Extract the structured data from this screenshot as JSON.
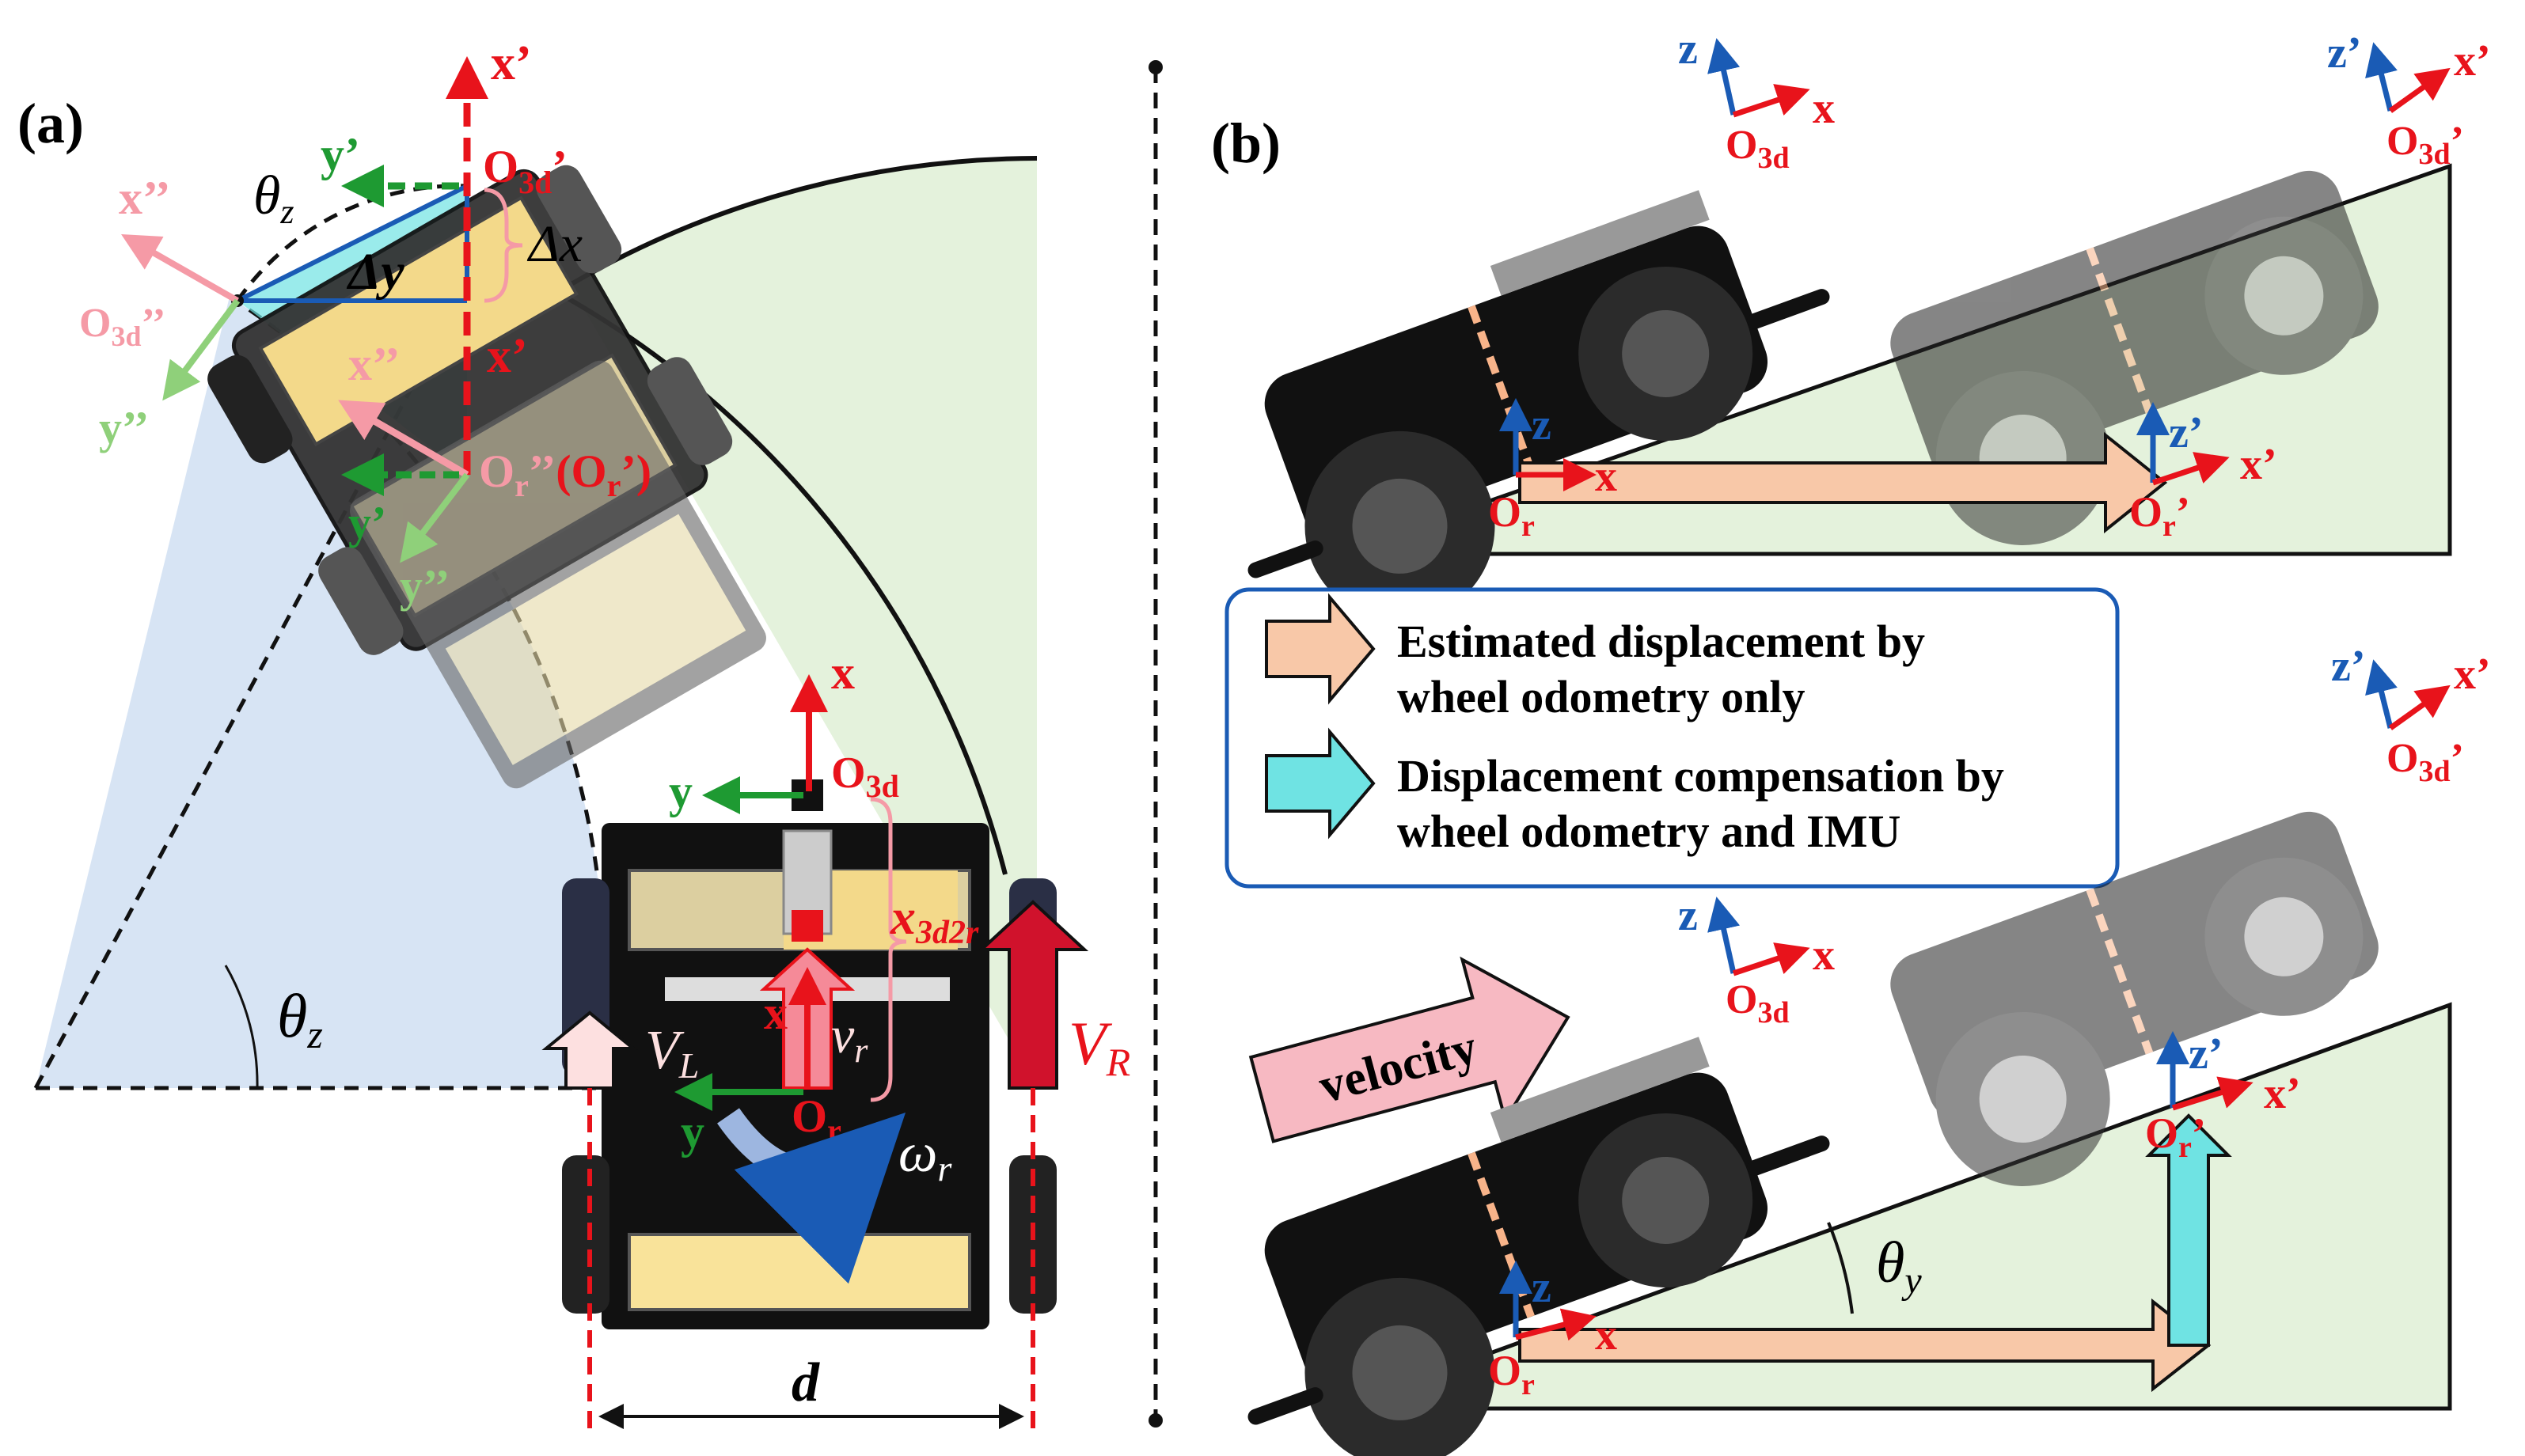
{
  "panel_a": {
    "label": "(a)",
    "theta_z": "θ",
    "theta_sub": "z",
    "delta_x": "Δx",
    "delta_y": "Δy",
    "x_prime": "x’",
    "y_prime": "y’",
    "x_dprime": "x’’",
    "y_dprime": "y’’",
    "o3d_prime": "O",
    "o3d_sub": "3d",
    "prime": "’",
    "dprime": "’’",
    "or_dprime": "O",
    "or_sub": "r",
    "or_paren": "(O",
    "paren_close": "’)",
    "x": "x",
    "y": "y",
    "o3d": "O",
    "x3d2r": "x",
    "x3d2r_sub": "3d2r",
    "vl": "V",
    "vl_sub": "L",
    "vr_big": "V",
    "vr_big_sub": "R",
    "vr": "v",
    "vr_sub": "r",
    "omega": "ω",
    "omega_sub": "r",
    "d": "d"
  },
  "panel_b": {
    "label": "(b)",
    "z": "z",
    "x": "x",
    "z_prime": "z’",
    "x_prime": "x’",
    "o": "O",
    "sub_3d": "3d",
    "sub_r": "r",
    "prime": "’",
    "velocity": "velocity",
    "theta": "θ",
    "theta_sub": "y",
    "legend": {
      "item1_line1": "Estimated displacement by",
      "item1_line2": "wheel odometry only",
      "item2_line1": "Displacement compensation by",
      "item2_line2": "wheel odometry and IMU"
    }
  },
  "colors": {
    "red": "#e8131b",
    "green": "#1e9a32",
    "blue": "#1a5bb5",
    "pink": "#f59aa6",
    "light_green": "#8fd07a",
    "peach": "#f8c8a8",
    "cyan": "#6fe3e3",
    "slope_fill": "#e4f2dc"
  }
}
